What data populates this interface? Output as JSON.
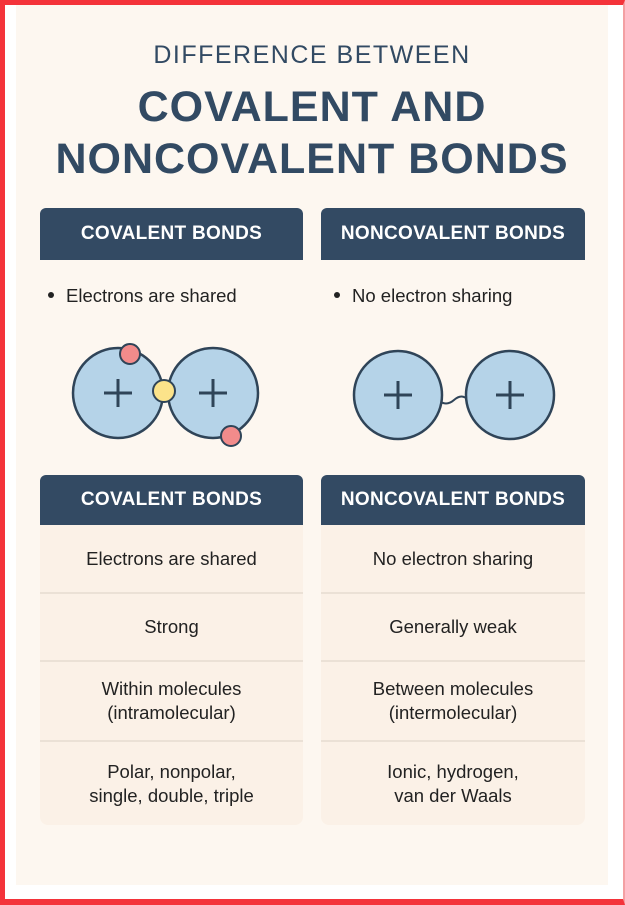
{
  "title": {
    "line1": "DIFFERENCE BETWEEN",
    "line2": "COVALENT AND",
    "line3": "NONCOVALENT BONDS"
  },
  "colors": {
    "header_bg": "#334a63",
    "title_text": "#324a63",
    "background": "#fdf7f0",
    "row_bg": "#fbf1e7",
    "atom_fill": "#b5d3e8",
    "atom_stroke": "#2f4458",
    "electron_red": "#f28b8b",
    "electron_shared_yellow": "#fce38a",
    "frame_border": "#f4333a"
  },
  "panels": {
    "covalent": {
      "header": "COVALENT BONDS",
      "bullet": "Electrons are shared",
      "diagram": {
        "type": "two-overlapping-atoms",
        "nucleus_symbol": "+",
        "icons": [
          "atom-icon",
          "atom-icon",
          "shared-electron-icon",
          "electron-icon",
          "electron-icon"
        ]
      }
    },
    "noncovalent": {
      "header": "NONCOVALENT BONDS",
      "bullet": "No electron sharing",
      "diagram": {
        "type": "two-separate-atoms-with-weak-link",
        "nucleus_symbol": "+",
        "icons": [
          "atom-icon",
          "atom-icon",
          "weak-link-icon"
        ]
      }
    }
  },
  "table": {
    "columns": [
      {
        "header": "COVALENT BONDS",
        "rows": [
          "Electrons are shared",
          "Strong",
          "Within molecules\n(intramolecular)",
          "Polar, nonpolar,\nsingle, double, triple"
        ]
      },
      {
        "header": "NONCOVALENT BONDS",
        "rows": [
          "No electron sharing",
          "Generally weak",
          "Between molecules\n(intermolecular)",
          "Ionic, hydrogen,\nvan der Waals"
        ]
      }
    ]
  }
}
